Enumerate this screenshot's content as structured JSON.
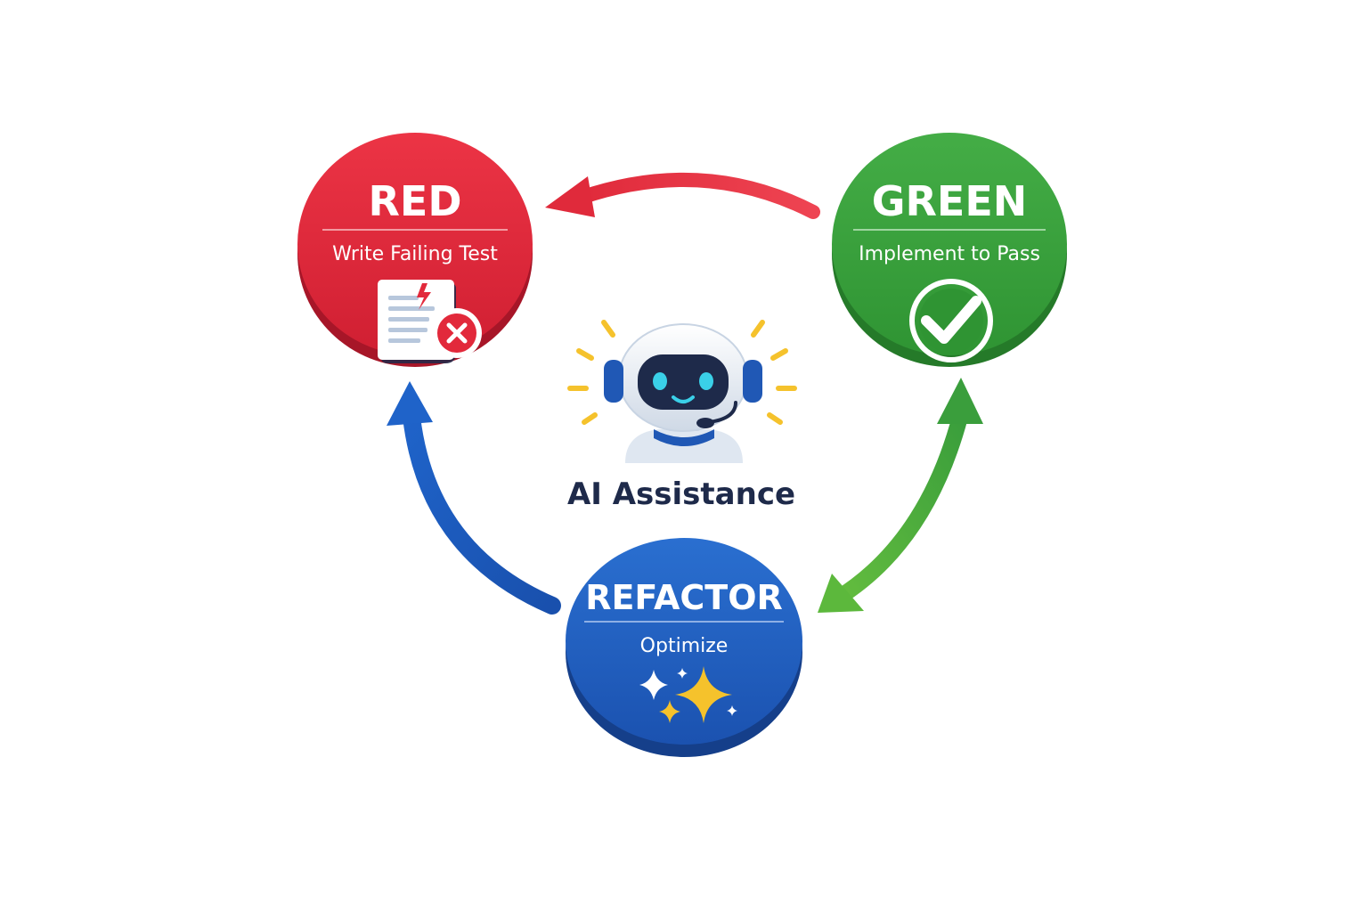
{
  "colors": {
    "red": "#e2293b",
    "red_dark": "#b71a2b",
    "green": "#3a9e3c",
    "green_dark": "#2a7f2e",
    "blue": "#1f5fc0",
    "blue_dark": "#17469a",
    "navy": "#1e2a4a",
    "gold": "#f5c22c"
  },
  "nodes": {
    "red": {
      "title": "RED",
      "subtitle": "Write Failing Test",
      "icon": "failing-test-document-icon"
    },
    "green": {
      "title": "GREEN",
      "subtitle": "Implement to Pass",
      "icon": "check-circle-icon"
    },
    "refactor": {
      "title": "REFACTOR",
      "subtitle": "Optimize",
      "icon": "sparkles-icon"
    }
  },
  "center": {
    "label": "AI Assistance",
    "icon": "robot-headset-icon"
  },
  "arrows": [
    {
      "from": "GREEN",
      "to": "RED",
      "color": "red"
    },
    {
      "from": "REFACTOR",
      "to": "RED",
      "color": "blue"
    },
    {
      "from": "GREEN",
      "to": "REFACTOR",
      "color": "green",
      "bidirectional": true
    }
  ]
}
